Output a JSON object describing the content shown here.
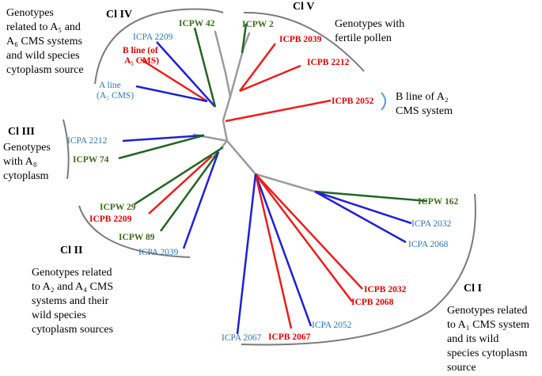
{
  "colors": {
    "branch": "#9b9b9b",
    "ICPA": "#2e75b6",
    "ICPB": "#e60000",
    "ICPW": "#3d6b1d",
    "ICPA_line": "#1f1fd6",
    "ICPB_line": "#ee1c1c",
    "ICPW_line": "#226622",
    "bracket": "#7a7a7a",
    "bracket_blue": "#5b9bd5"
  },
  "clusters": [
    {
      "id": "CI IV",
      "label": "Cl IV",
      "description": [
        "Genotypes",
        "related to A₅ and",
        "A₆ CMS systems",
        "and wild species",
        "cytoplasm source"
      ]
    },
    {
      "id": "CI V",
      "label": "Cl V",
      "description": [
        "Genotypes with",
        "fertile pollen"
      ]
    },
    {
      "id": "CI III",
      "label": "Cl III",
      "description": [
        "Genotypes",
        "with A₈",
        "cytoplasm"
      ]
    },
    {
      "id": "CI II",
      "label": "Cl II",
      "description": [
        "Genotypes related",
        "to A₂ and A₄ CMS",
        "systems and their",
        "wild species",
        "cytoplasm sources"
      ]
    },
    {
      "id": "CI I",
      "label": "Cl I",
      "description": [
        "Genotypes related",
        "to A₁ CMS system",
        "and its wild",
        "species cytoplasm",
        "source"
      ]
    }
  ],
  "b_line_note": [
    "B line of A₂",
    "CMS system"
  ],
  "leaves": [
    {
      "name": "ICPA 2209",
      "group": "ICPA"
    },
    {
      "name": "ICPW 42",
      "group": "ICPW"
    },
    {
      "name": "B line (of A₅ CMS)",
      "group": "ICPB",
      "lines": [
        "B line (of",
        "A₅ CMS)"
      ]
    },
    {
      "name": "A line (A₅ CMS)",
      "group": "ICPA",
      "lines": [
        "A line",
        "(A₅ CMS)"
      ]
    },
    {
      "name": "ICPW 2",
      "group": "ICPW"
    },
    {
      "name": "ICPB 2039",
      "group": "ICPB"
    },
    {
      "name": "ICPB 2212",
      "group": "ICPB"
    },
    {
      "name": "ICPB 2052",
      "group": "ICPB"
    },
    {
      "name": "ICPA 2212",
      "group": "ICPA"
    },
    {
      "name": "ICPW 74",
      "group": "ICPW"
    },
    {
      "name": "ICPW 29",
      "group": "ICPW"
    },
    {
      "name": "ICPB 2209",
      "group": "ICPB"
    },
    {
      "name": "ICPW 89",
      "group": "ICPW"
    },
    {
      "name": "ICPA 2039",
      "group": "ICPA"
    },
    {
      "name": "ICPW 162",
      "group": "ICPW"
    },
    {
      "name": "ICPA 2032",
      "group": "ICPA"
    },
    {
      "name": "ICPA 2068",
      "group": "ICPA"
    },
    {
      "name": "ICPB 2032",
      "group": "ICPB"
    },
    {
      "name": "ICPB 2068",
      "group": "ICPB"
    },
    {
      "name": "ICPA 2052",
      "group": "ICPA"
    },
    {
      "name": "ICPB 2067",
      "group": "ICPB"
    },
    {
      "name": "ICPA 2067",
      "group": "ICPA"
    }
  ]
}
